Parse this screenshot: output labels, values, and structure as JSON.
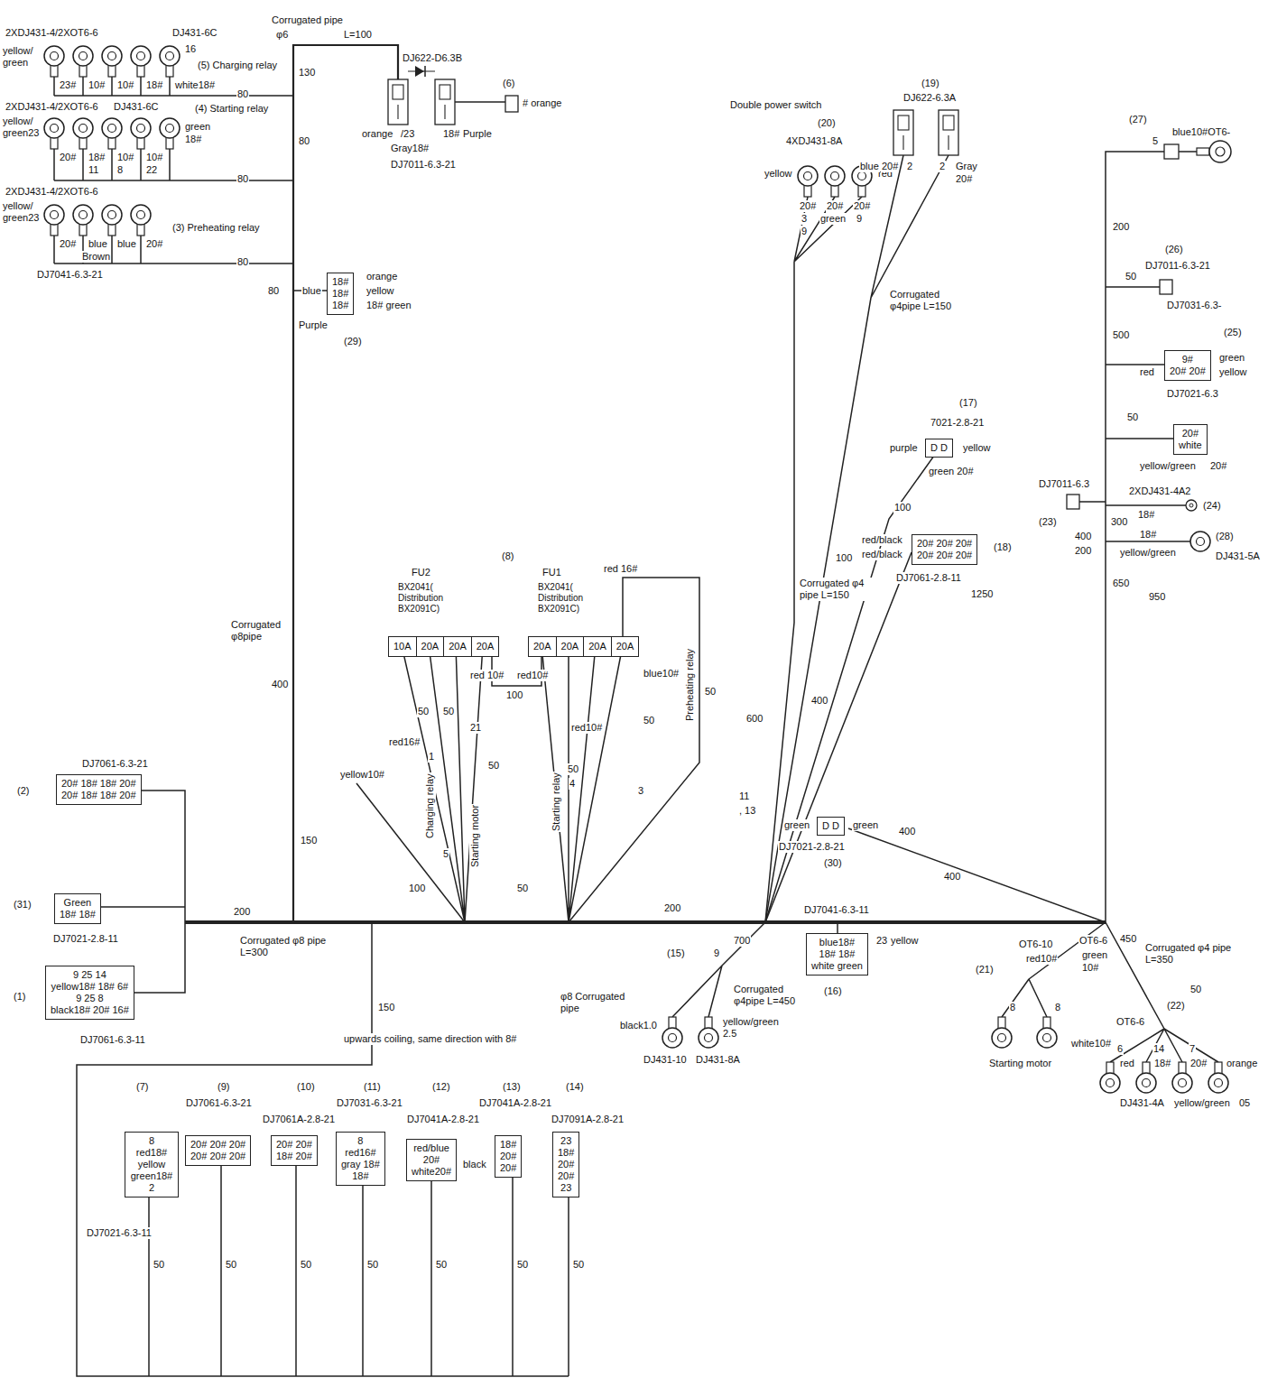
{
  "diagram": {
    "nodes": [
      {
        "text": [
          "20# 18# 18# 20#",
          "20# 18# 18# 20#"
        ]
      },
      {
        "text": [
          "Green",
          "18# 18#"
        ]
      },
      {
        "text": [
          "9 25 14",
          "yellow18# 18# 6#",
          "9 25 8",
          "black18# 20# 16#"
        ]
      },
      {
        "text": [
          "18#",
          "18#",
          "18#"
        ]
      },
      {
        "text": [
          "10A",
          "20A",
          "20A",
          "20A"
        ]
      },
      {
        "text": [
          "20A",
          "20A",
          "20A",
          "20A"
        ]
      },
      {
        "text": [
          "D D"
        ]
      },
      {
        "text": [
          "20# 20# 20#",
          "20# 20# 20#"
        ]
      },
      {
        "text": [
          "D D"
        ]
      },
      {
        "text": [
          "blue18#",
          "18# 18#",
          "white green"
        ]
      },
      {
        "text": [
          "9#",
          "20# 20#"
        ]
      },
      {
        "text": [
          "20#",
          "white"
        ]
      },
      {
        "text": [
          "8",
          "red18#",
          "yellow green18#",
          "2"
        ]
      },
      {
        "text": [
          "20# 20# 20#",
          "20# 20# 20#"
        ]
      },
      {
        "text": [
          "20# 20#",
          "18# 20#"
        ]
      },
      {
        "text": [
          "8",
          "red16#",
          "gray 18#",
          "18#"
        ]
      },
      {
        "text": [
          "red/blue",
          "20#",
          "white20#"
        ]
      },
      {
        "text": [
          "18#",
          "20#",
          "20#"
        ]
      },
      {
        "text": [
          "23",
          "18#",
          "20#",
          "20#",
          "23"
        ]
      }
    ],
    "labels": [
      "2XDJ431-4/2XOT6-6",
      "DJ431-6C",
      "yellow/ green",
      "23#",
      "10#",
      "10#",
      "18#",
      "white18#",
      "16",
      "(5) Charging relay",
      "80",
      "130",
      "Corrugated pipe",
      "φ6",
      "L=100",
      "2XDJ431-4/2XOT6-6",
      "DJ431-6C",
      "(4) Starting relay",
      "yellow/ green23",
      "20#",
      "18#",
      "10#",
      "10#",
      "green",
      "18#",
      "11",
      "8",
      "22",
      "80",
      "80",
      "2XDJ431-4/2XOT6-6",
      "yellow/ green23",
      "20#",
      "blue",
      "blue",
      "20#",
      "Brown",
      "DJ7041-6.3-21",
      "(3) Preheating relay",
      "80",
      "DJ622-D6.3B",
      "orange",
      "/23",
      "18#",
      "Purple",
      "Gray18#",
      "DJ7011-6.3-21",
      "(6)",
      "# orange",
      "orange",
      "yellow",
      "18# green",
      "blue",
      "Purple",
      "80",
      "(29)",
      "Corrugated φ8pipe",
      "400",
      "DJ7061-6.3-21",
      "(2)",
      "150",
      "(31)",
      "DJ7021-2.8-11",
      "200",
      "(1)",
      "DJ7061-6.3-11",
      "Corrugated φ8 pipe L=300",
      "150",
      "upwards coiling, same direction with 8#",
      "φ8 Corrugated pipe",
      "(8)",
      "FU2",
      "FU1",
      "BX2041(",
      "Distribution",
      "BX2091C)",
      "BX2041(",
      "Distribution",
      "BX2091C)",
      "red 16#",
      "Preheating relay",
      "50",
      "blue10#",
      "red 10#",
      "red10#",
      "100",
      "50",
      "50",
      "21",
      "red10#",
      "50",
      "Charging relay",
      "Starting motor",
      "Starting relay",
      "red16#",
      "1",
      "yellow10#",
      "5",
      "50",
      "50",
      "4",
      "3",
      "100",
      "50",
      "200",
      "11",
      ", 13",
      "Double power switch",
      "(20)",
      "4XDJ431-8A",
      "yellow",
      "red",
      "20#",
      "20#",
      "20#",
      "3",
      "9",
      "green",
      "9",
      "Corrugated φ4 pipe L=150",
      "600",
      "400",
      "(19)",
      "DJ622-6.3A",
      "blue",
      "20#",
      "2",
      "2",
      "Gray",
      "20#",
      "Corrugated φ4pipe L=150",
      "(17)",
      "7021-2.8-21",
      "purple",
      "yellow",
      "green 20#",
      "100",
      "red/black",
      "red/black",
      "(18)",
      "DJ7061-2.8-11",
      "100",
      "1250",
      "green",
      "green",
      "DJ7021-2.8-21",
      "(30)",
      "400",
      "400",
      "DJ7041-6.3-11",
      "23",
      "yellow",
      "(16)",
      "Corrugated φ4pipe L=450",
      "(15)",
      "9",
      "700",
      "black1.0",
      "yellow/green 2.5",
      "DJ431-10",
      "DJ431-8A",
      "(27)",
      "blue10#OT6-",
      "5",
      "200",
      "(26)",
      "DJ7011-6.3-21",
      "50",
      "DJ7031-6.3-",
      "500",
      "(25)",
      "green",
      "red",
      "yellow",
      "DJ7021-6.3",
      "50",
      "yellow/green",
      "20#",
      "DJ7011-6.3",
      "(23)",
      "2XDJ431-4A2",
      "18#",
      "(24)",
      "300",
      "18#",
      "yellow/green",
      "DJ431-5A",
      "(28)",
      "400",
      "200",
      "650",
      "950",
      "(21)",
      "OT6-10",
      "red10#",
      "8",
      "8",
      "Starting motor",
      "OT6-6",
      "450",
      "green",
      "10#",
      "Corrugated φ4 pipe L=350",
      "50",
      "(22)",
      "OT6-6",
      "white10#",
      "6",
      "red",
      "14",
      "18#",
      "7",
      "20#",
      "orange",
      "DJ431-4A",
      "yellow/green",
      "05",
      "(7)",
      "(9)",
      "(10)",
      "(11)",
      "(12)",
      "(13)",
      "(14)",
      "DJ7061-6.3-21",
      "DJ7061A-2.8-21",
      "DJ7031-6.3-21",
      "DJ7041A-2.8-21",
      "DJ7041A-2.8-21",
      "DJ7091A-2.8-21",
      "black",
      "DJ7021-6.3-11",
      "50",
      "50",
      "50",
      "50",
      "50",
      "50",
      "50"
    ]
  }
}
